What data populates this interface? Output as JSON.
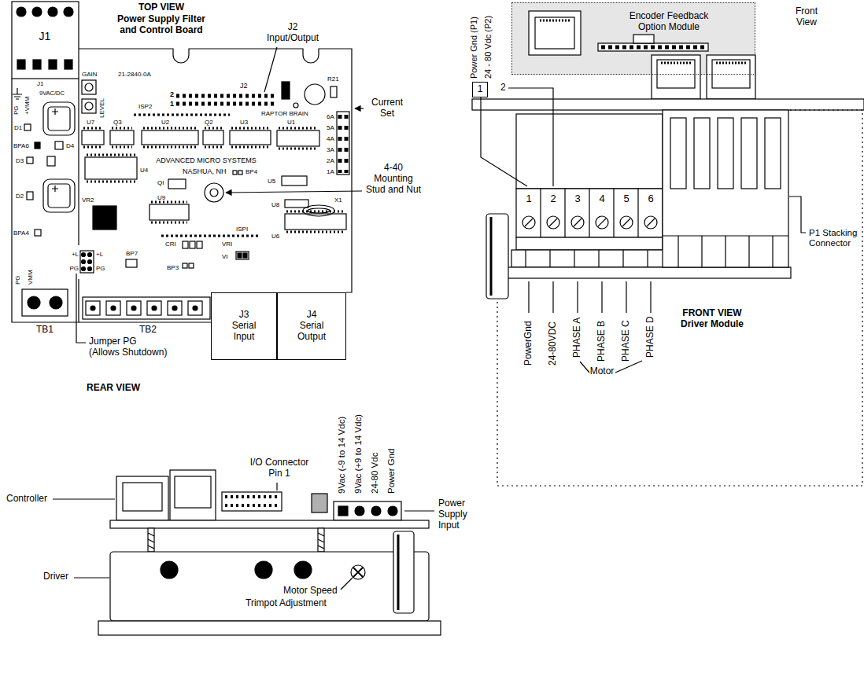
{
  "diagram": {
    "nodes": [
      {
        "text": [
          "J3 Serial Input"
        ]
      },
      {
        "text": [
          "J4 Serial Output"
        ]
      },
      {
        "text": [
          "Encoder Feedback Option Module"
        ]
      },
      {
        "text": [
          "1"
        ]
      }
    ],
    "labels": [
      "TOP VIEW",
      "Power Supply Filter and Control Board",
      "J2 Input/Output",
      "Current Set",
      "4-40 Mounting Stud and Nut",
      "TB1",
      "TB2",
      "Jumper PG",
      "(Allows Shutdown)",
      "GAIN",
      "LEVEL",
      "21-2840-0A",
      "J2",
      "2",
      "1",
      "RAPTOR BRAIN",
      "R21",
      "ISP2",
      "Q3",
      "U2",
      "Q2",
      "U3",
      "U1",
      "U7",
      "6A",
      "5A",
      "4A",
      "3A",
      "2A",
      "1A",
      "ADVANCED MICRO SYSTEMS",
      "QI",
      "NASHUA, NH",
      "BP4",
      "U5",
      "X1",
      "U4",
      "U9",
      "VR2",
      "ISPI",
      "U8",
      "U6",
      "CRI",
      "VRI",
      "VI",
      "BP3",
      "BP7",
      "+L",
      "+L",
      "PG",
      "PG",
      "J1",
      "J1",
      "PG",
      "+VMM",
      "9VAC/DC",
      "D1",
      "BPA6",
      "D4",
      "D3",
      "D2",
      "BPA4",
      "PG",
      "VMM",
      "Power Gnd (P1)",
      "24 - 80 Vdc (P2)",
      "Front View",
      "2",
      "1",
      "2",
      "3",
      "4",
      "5",
      "6",
      "P1 Stacking Connector",
      "PowerGnd",
      "24-80VDC",
      "PHASE A",
      "PHASE B",
      "PHASE C",
      "PHASE D",
      "Motor",
      "FRONT VIEW Driver Module",
      "REAR VIEW",
      "Controller",
      "Driver",
      "I/O Connector Pin 1",
      "9Vac (-9 to 14 Vdc)",
      "9Vac (+9 to 14 Vdc)",
      "24-80 Vdc",
      "Power Gnd",
      "Power Supply Input",
      "Motor Speed",
      "Trimpot Adjustment"
    ]
  }
}
